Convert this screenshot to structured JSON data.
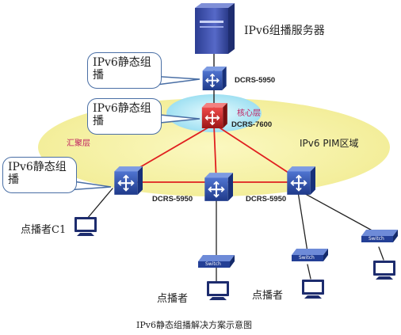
{
  "title": "IPv6静态组播解决方案示意图",
  "server_label": "IPv6组播服务器",
  "domain_label": "IPv6 PIM区域",
  "core_layer_label": "核心层",
  "aggregation_layer_label": "汇聚层",
  "callouts": [
    "IPv6静态组播",
    "IPv6静态组播",
    "IPv6静态组播"
  ],
  "devices": {
    "top_switch": "DCRS-5950",
    "core_switch": "DCRS-7600",
    "left_switch": "DCRS-5950",
    "right_switch": "DCRS-5950"
  },
  "access_switch_label": "Switch",
  "clients": {
    "c1": "点播者C1",
    "c2": "点播者",
    "c3": "点播者"
  },
  "colors": {
    "link": "#e02020",
    "switch": "#2f52b0",
    "core": "#d02828",
    "ellipse": "#f6f3a8",
    "core_glow": "#a8e6f5"
  }
}
